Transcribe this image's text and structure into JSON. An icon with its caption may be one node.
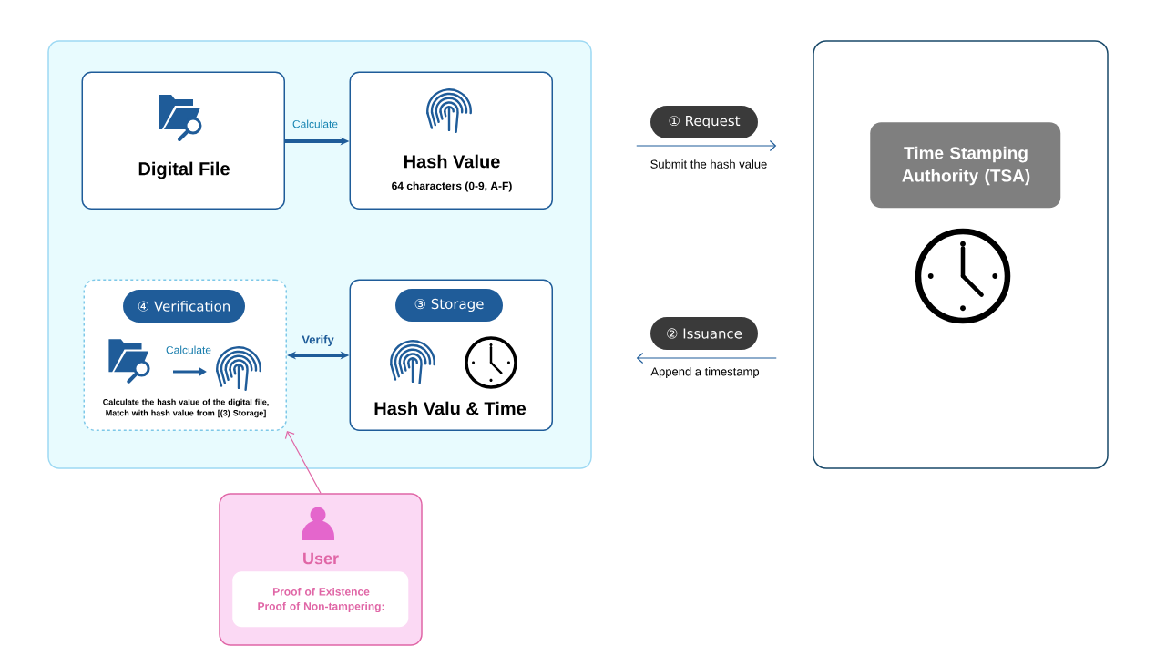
{
  "diagram": {
    "nodes": [
      {
        "text": [],
        "shape": "box"
      },
      {
        "text": [
          "Digital File"
        ],
        "in": 0
      },
      {
        "text": [
          "Hash Value",
          "64 characters (0-9, A-F)"
        ],
        "in": 0
      },
      {
        "text": [
          "④ Verification",
          "Calculate",
          "Calculate the hash value of the digital file, Match with hash value from [(3) Storage]"
        ],
        "in": 0
      },
      {
        "text": [
          "③ Storage",
          "Hash Valu & Time"
        ],
        "in": 0
      },
      {
        "text": [],
        "shape": "box"
      },
      {
        "text": [
          "Time Stamping Authority (TSA)"
        ],
        "in": 5
      },
      {
        "text": [
          "User"
        ]
      },
      {
        "text": [
          "Proof of Existence Proof of Non-tampering:"
        ],
        "in": 7
      }
    ],
    "edges": [
      {
        "from": 1,
        "to": 2,
        "arrow": "to",
        "label": "Calculate",
        "style": "thick"
      },
      {
        "from": 0,
        "to": 5,
        "arrow": "to",
        "label": "① Request"
      },
      {
        "from": 5,
        "to": 0,
        "arrow": "to",
        "label": "② Issuance"
      },
      {
        "from": 3,
        "to": 4,
        "arrow": "both",
        "label": "Verify",
        "style": "thick"
      },
      {
        "from": 7,
        "to": 3,
        "arrow": "to",
        "color": "#e066a6"
      }
    ],
    "labels": [
      "Submit the hash value",
      "Append a timestamp"
    ]
  }
}
